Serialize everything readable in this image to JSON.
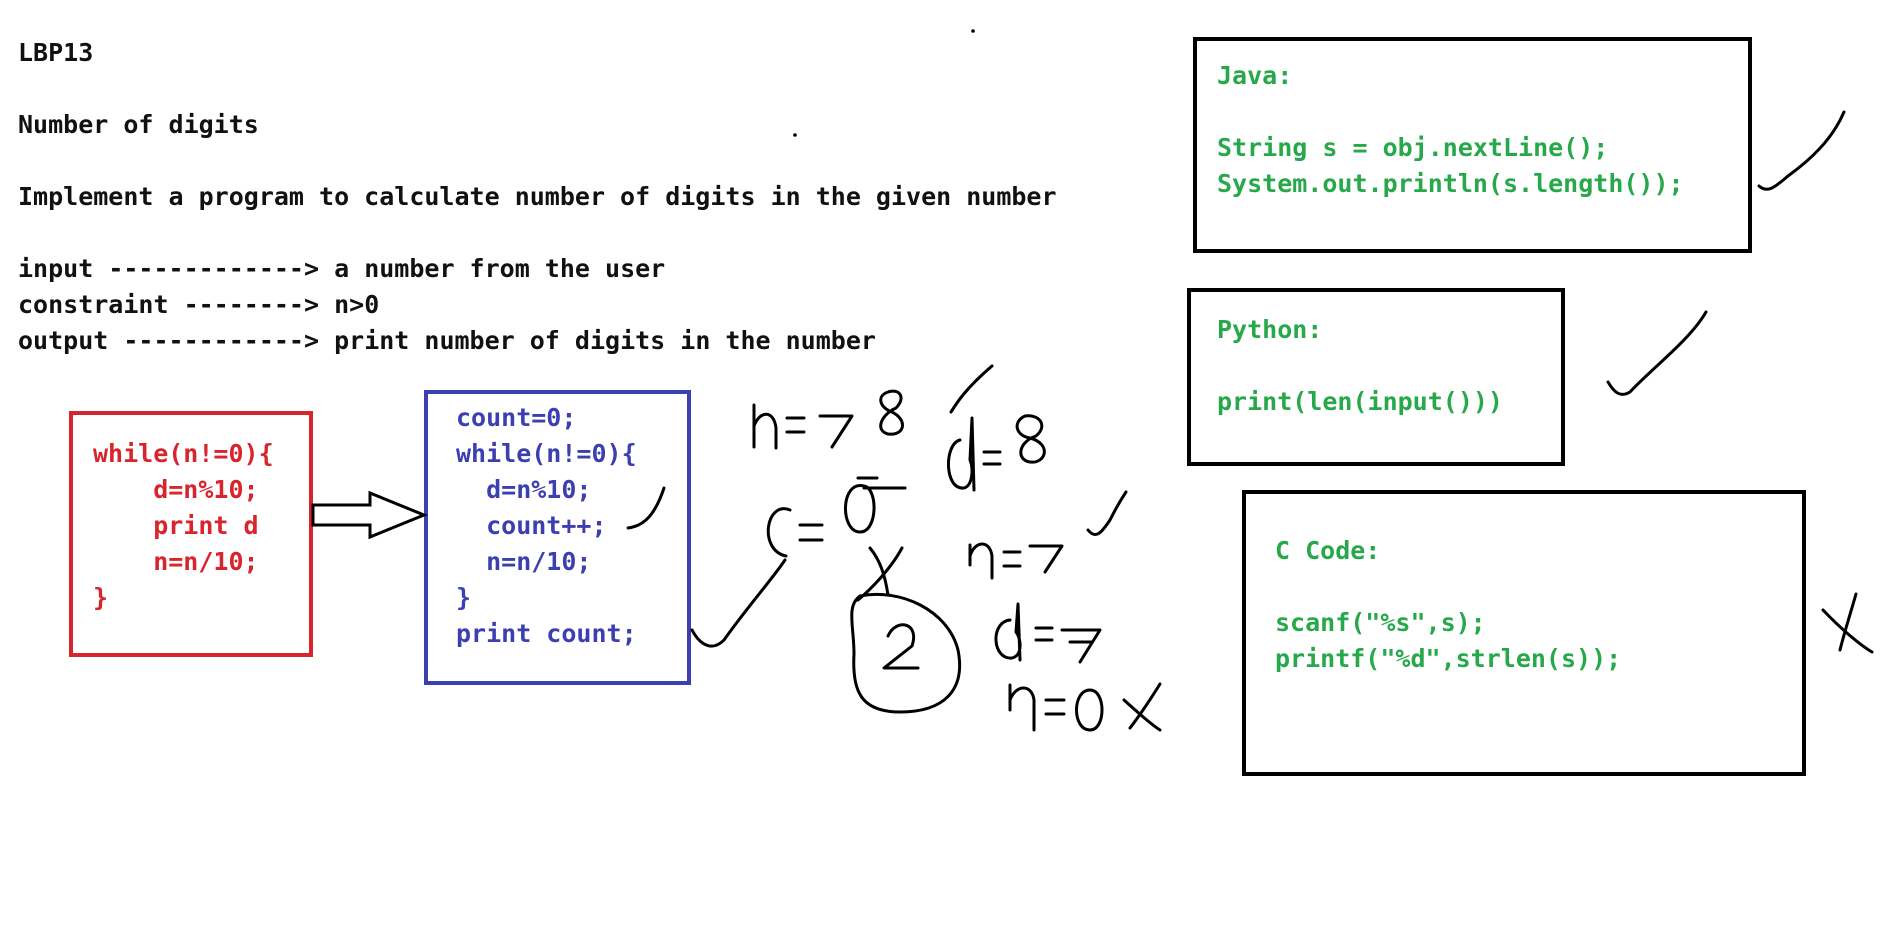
{
  "header": {
    "code_id": "LBP13",
    "title": "Number of digits",
    "description": "Implement a program to calculate number of digits in the given number",
    "spec": [
      {
        "label": "input",
        "arrow": " -------------> ",
        "value": "a number from the user"
      },
      {
        "label": "constraint",
        "arrow": " --------> ",
        "value": "n>0"
      },
      {
        "label": "output",
        "arrow": " ------------> ",
        "value": "print number of digits in the number"
      }
    ]
  },
  "boxes": {
    "red_pseudocode": {
      "border_color": "#d8242d",
      "text_color": "#d8242d",
      "lines": [
        "while(n!=0){",
        "    d=n%10;",
        "    print d",
        "    n=n/10;",
        "}"
      ]
    },
    "blue_pseudocode": {
      "border_color": "#3c3fb0",
      "text_color": "#3c3fb0",
      "lines": [
        "count=0;",
        "while(n!=0){",
        "  d=n%10;",
        "  count++;",
        "  n=n/10;",
        "}",
        "print count;"
      ]
    },
    "java": {
      "border_color": "#000000",
      "text_color": "#27a84a",
      "lines": [
        "Java:",
        "",
        "String s = obj.nextLine();",
        "System.out.println(s.length());"
      ]
    },
    "python": {
      "border_color": "#000000",
      "text_color": "#27a84a",
      "lines": [
        "Python:",
        "",
        "print(len(input()))"
      ]
    },
    "c_code": {
      "border_color": "#000000",
      "text_color": "#27a84a",
      "lines": [
        "C Code:",
        "",
        "scanf(\"%s\",s);",
        "printf(\"%d\",strlen(s));"
      ]
    }
  },
  "handwriting": {
    "ink_color": "#000000",
    "notes": [
      "n=78",
      "d=8",
      "c=0",
      "n=7",
      "2",
      "d=7",
      "n=0"
    ],
    "marks": [
      "check-mark",
      "check-mark",
      "check-mark",
      "check-mark",
      "check-mark",
      "x-mark",
      "x-mark"
    ]
  }
}
